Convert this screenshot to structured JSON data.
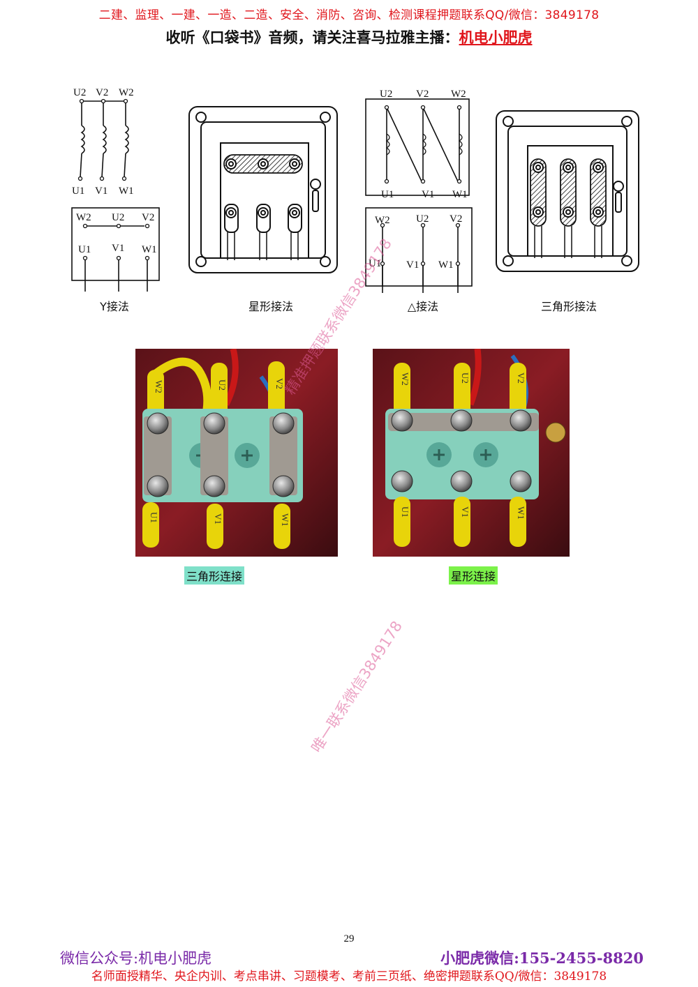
{
  "header": {
    "top_line": "二建、监理、一建、一造、二造、安全、消防、咨询、检测课程押题联系QQ/微信：3849178",
    "subtitle_prefix": "收听《口袋书》音频，请关注喜马拉雅主播：",
    "subtitle_host": "机电小肥虎"
  },
  "diagrams": {
    "y_top_labels": [
      "U2",
      "V2",
      "W2"
    ],
    "y_bottom_labels": [
      "U1",
      "V1",
      "W1"
    ],
    "y_box_top": [
      "W2",
      "U2",
      "V2"
    ],
    "y_box_bottom": [
      "U1",
      "V1",
      "W1"
    ],
    "d_top_labels": [
      "U2",
      "V2",
      "W2"
    ],
    "d_bottom_labels": [
      "U1",
      "V1",
      "W1"
    ],
    "d_box_top": [
      "W2",
      "U2",
      "V2"
    ],
    "d_box_bottom": [
      "U1",
      "V1",
      "W1"
    ],
    "captions": {
      "y_wiring": "Y接法",
      "star_box": "星形接法",
      "delta_wiring": "△接法",
      "delta_box": "三角形接法"
    }
  },
  "photos": {
    "left_caption": "三角形连接",
    "right_caption": "星形连接",
    "left_caption_bg": "#7fe0c9",
    "right_caption_bg": "#7cf24a",
    "terminal_labels_top": [
      "W2",
      "U2",
      "V2"
    ],
    "terminal_labels_bottom": [
      "U1",
      "V1",
      "W1"
    ]
  },
  "watermarks": {
    "mid": "精准押题联系微信3849178",
    "low": "唯一联系微信3849178"
  },
  "footer": {
    "page_number": "29",
    "left": "微信公众号:机电小肥虎",
    "right": "小肥虎微信:155-2455-8820",
    "bottom": "名师面授精华、央企内训、考点串讲、习题模考、考前三页纸、绝密押题联系QQ/微信：3849178"
  }
}
